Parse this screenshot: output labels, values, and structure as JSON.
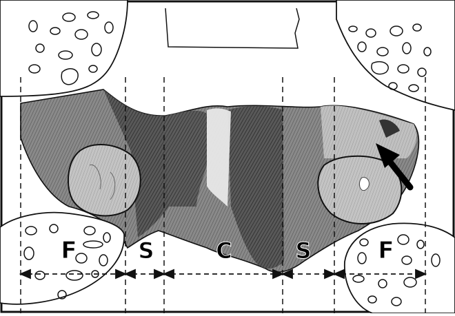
{
  "figure": {
    "labels": {
      "left_femur": "F",
      "left_s": "S",
      "center": "C",
      "right_s": "S",
      "right_femur": "F"
    }
  },
  "colors": {
    "ink": "#111111",
    "bone_fill": "#ffffff",
    "shade_dark": "#3a3a3a",
    "shade_mid": "#7a7a7a",
    "shade_light": "#b8b8b8",
    "arrow": "#000000"
  }
}
